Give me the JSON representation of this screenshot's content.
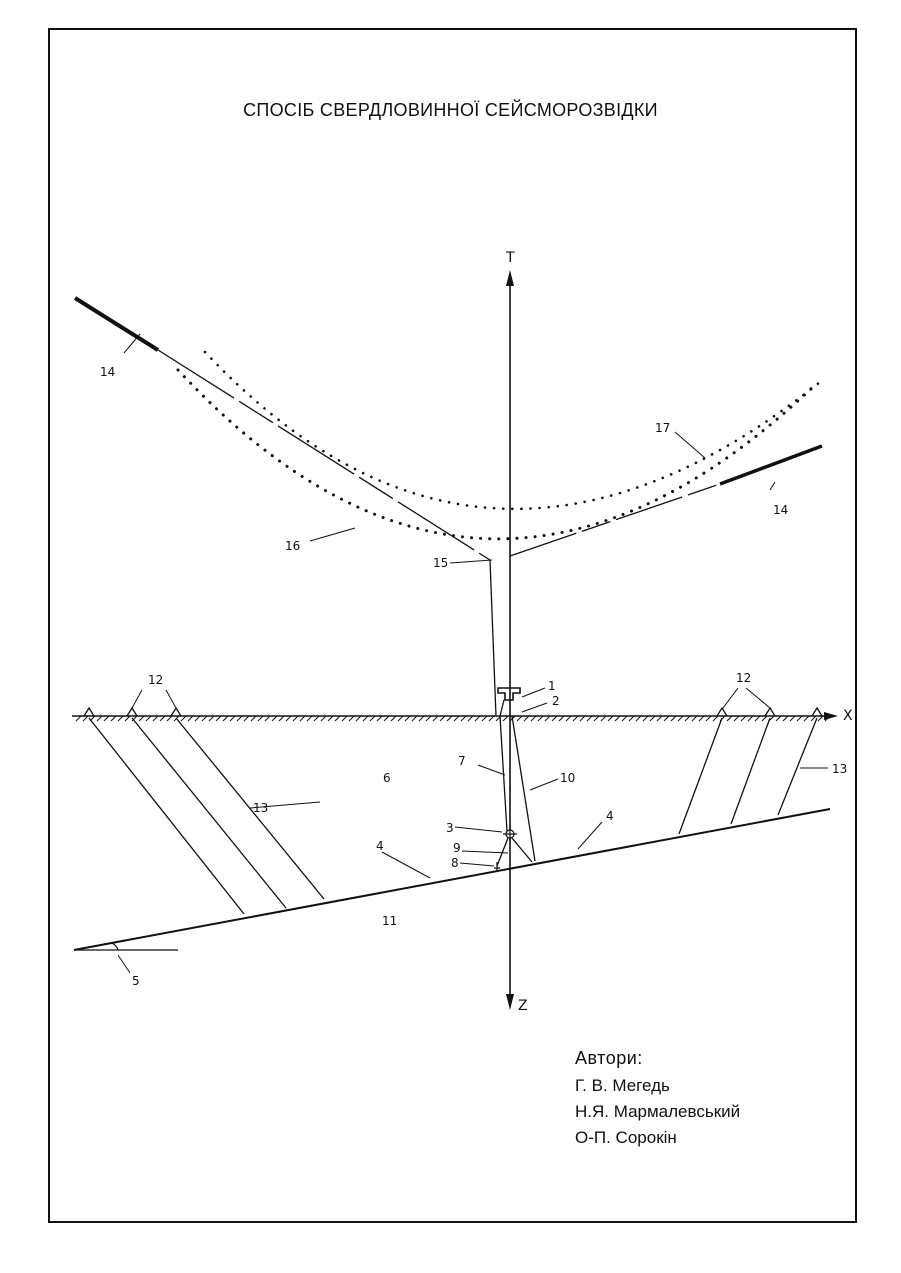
{
  "title": "СПОСІБ  СВЕРДЛОВИННОЇ  СЕЙСМОРОЗВІДКИ",
  "axes": {
    "t": "T",
    "x": "X",
    "z": "Z"
  },
  "labels": {
    "l1": "1",
    "l2": "2",
    "l3": "3",
    "l4": "4",
    "l5": "5",
    "l6": "6",
    "l7": "7",
    "l8": "8",
    "l9": "9",
    "l10": "10",
    "l11": "11",
    "l12": "12",
    "l13": "13",
    "l14": "14",
    "l15": "15",
    "l16": "16",
    "l17": "17"
  },
  "authors": {
    "heading": "Автори:",
    "names": [
      "Г. В. Мегедь",
      "Н.Я. Мармалевський",
      "О-П. Сорокін"
    ]
  }
}
